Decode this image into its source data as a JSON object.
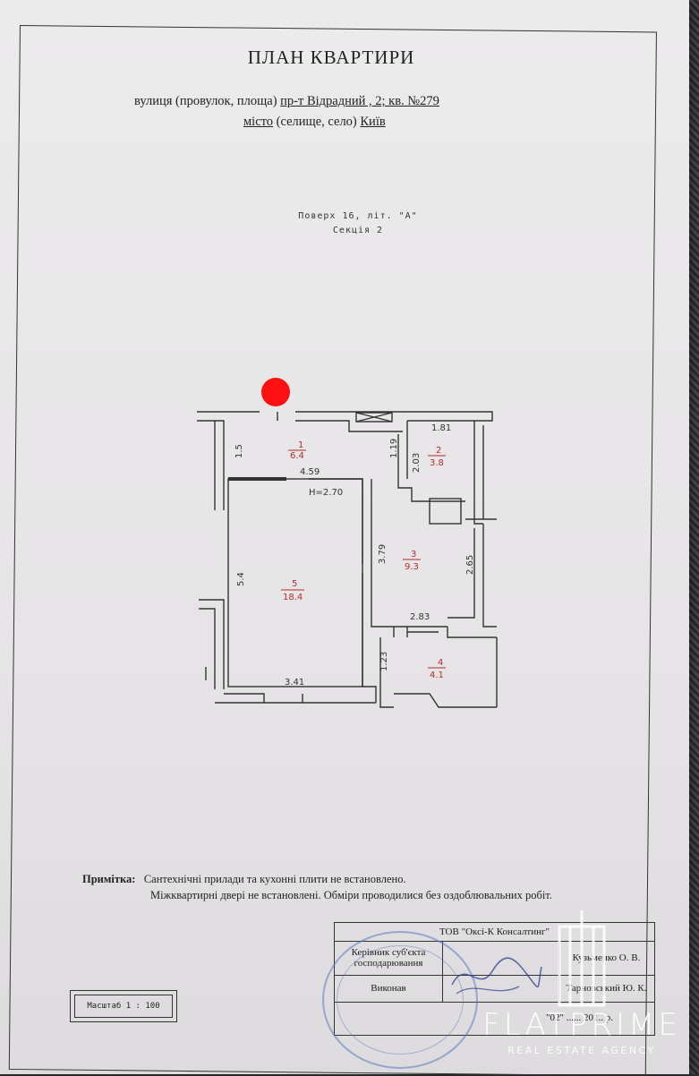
{
  "document": {
    "title": "ПЛАН КВАРТИРИ",
    "address_line1_label": "вулиця (провулок, площа)",
    "address_line1_value": "пр-т Відрадний , 2; кв. №279",
    "address_line2_label_u": "місто",
    "address_line2_label": "(селище, село)",
    "address_line2_value": "Київ",
    "floor": "Поверх 16, літ. \"А\"",
    "section": "Секція 2"
  },
  "plan": {
    "rooms": [
      {
        "num": "1",
        "area": "6.4"
      },
      {
        "num": "2",
        "area": "3.8"
      },
      {
        "num": "3",
        "area": "9.3"
      },
      {
        "num": "4",
        "area": "4.1"
      },
      {
        "num": "5",
        "area": "18.4"
      }
    ],
    "dims": {
      "d_1_81": "1.81",
      "d_1_5": "1.5",
      "d_1_19": "1.19",
      "d_2_03": "2.03",
      "d_4_59": "4.59",
      "d_h": "H=2.70",
      "d_3_79": "3.79",
      "d_2_65": "2.65",
      "d_5_4": "5.4",
      "d_2_83": "2.83",
      "d_1_23": "1.23",
      "d_3_41": "3.41"
    },
    "colors": {
      "room_label": "#c0392b",
      "marker": "#ff1010"
    }
  },
  "note": {
    "label": "Примітка:",
    "line1": "Сантехнічні прилади та кухонні плити не встановлено.",
    "line2": "Міжквартирні двері не встановлені. Обміри проводилися без оздоблювальних робіт."
  },
  "scale": {
    "label": "Масштаб 1 : 100"
  },
  "stamp": {
    "org": "ТОВ \"Оксі-К Консалтинг\"",
    "head_label": "Керівник суб'єкта господарювання",
    "head_name": "Кузьменко О. В.",
    "exec_label": "Виконав",
    "exec_name": "Тарновський Ю. К.",
    "date": "\"02\" ...... 201.. р."
  },
  "watermark": {
    "brand": "FLATPRIME",
    "sub": "REAL ESTATE AGENCY"
  }
}
